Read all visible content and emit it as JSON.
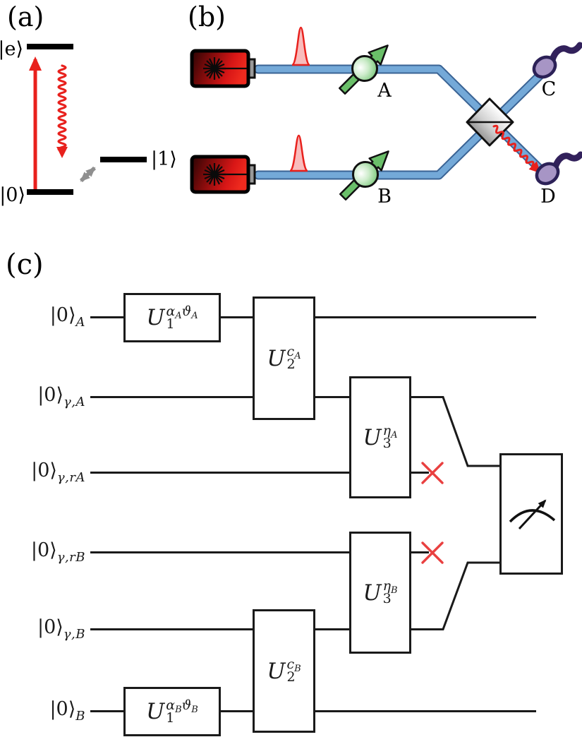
{
  "panels": {
    "a": {
      "tag": "(a)",
      "levels": {
        "e": "|e⟩",
        "g0": "|0⟩",
        "g1": "|1⟩"
      }
    },
    "b": {
      "tag": "(b)",
      "atom_a_label": "A",
      "atom_b_label": "B",
      "detector_c_label": "C",
      "detector_d_label": "D"
    },
    "c": {
      "tag": "(c)",
      "wires": [
        {
          "ket": "|0⟩",
          "sub": "A"
        },
        {
          "ket": "|0⟩",
          "sub": "γ,A"
        },
        {
          "ket": "|0⟩",
          "sub": "γ,rA"
        },
        {
          "ket": "|0⟩",
          "sub": "γ,rB"
        },
        {
          "ket": "|0⟩",
          "sub": "γ,B"
        },
        {
          "ket": "|0⟩",
          "sub": "B"
        }
      ],
      "gates": {
        "u1a": {
          "base": "U",
          "sub": "1",
          "sup": [
            {
              "t": "α",
              "s": "A"
            },
            {
              "t": "ϑ",
              "s": "A"
            }
          ]
        },
        "u2a": {
          "base": "U",
          "sub": "2",
          "sup": [
            {
              "t": "c",
              "s": "A"
            }
          ]
        },
        "u3a": {
          "base": "U",
          "sub": "3",
          "sup": [
            {
              "t": "η",
              "s": "A"
            }
          ]
        },
        "u3b": {
          "base": "U",
          "sub": "3",
          "sup": [
            {
              "t": "η",
              "s": "B"
            }
          ]
        },
        "u2b": {
          "base": "U",
          "sub": "2",
          "sup": [
            {
              "t": "c",
              "s": "B"
            }
          ]
        },
        "u1b": {
          "base": "U",
          "sub": "1",
          "sup": [
            {
              "t": "α",
              "s": "B"
            },
            {
              "t": "ϑ",
              "s": "B"
            }
          ]
        }
      }
    }
  },
  "icons": {
    "laser": "laser-icon",
    "pulse": "light-pulse-icon",
    "atom": "spin-atom-icon",
    "beamsplitter": "beamsplitter-icon",
    "detector": "photodetector-icon",
    "photon": "photon-wavy-arrow-icon",
    "meter": "measurement-meter-icon",
    "discard": "discard-x-icon"
  },
  "colors": {
    "ink": "#1a1a1a",
    "accent_red": "#e8211d",
    "pulse_fill": "#f8b0b0",
    "beam_blue": "#74a9d8",
    "beam_edge": "#3a6394",
    "atom_green": "#6abf69",
    "detector_purple": "#a795c5",
    "detector_edge": "#2c2157",
    "cable_purple": "#32215b",
    "gray_arrow": "#8f8f8f",
    "x_red": "#e94040"
  }
}
